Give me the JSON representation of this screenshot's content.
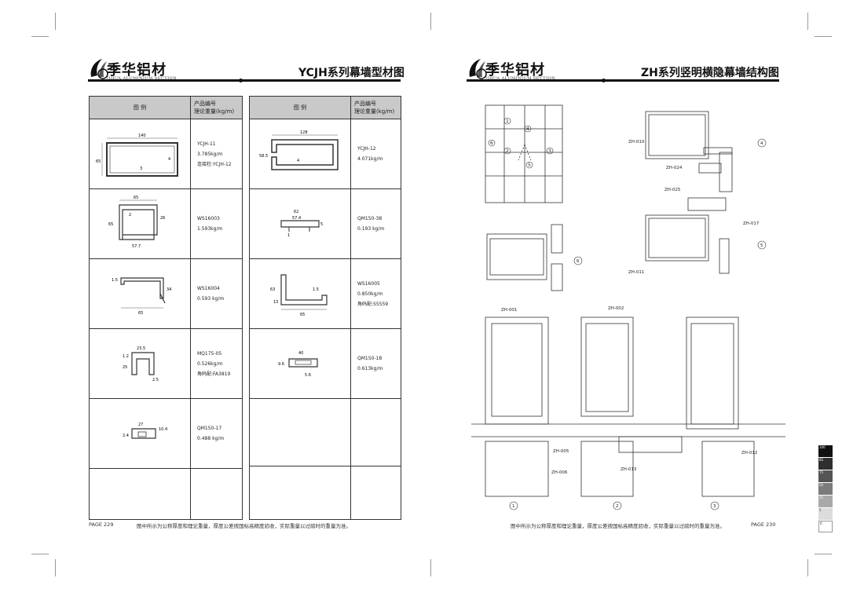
{
  "brand": {
    "name": "季华铝材",
    "subtitle": "JIHUA ALUMINIUM SECTION"
  },
  "left_page": {
    "title": "YCJH系列幕墙型材图",
    "header": {
      "legend": "图  例",
      "product": "产品编号",
      "weight": "理论重量(kg/m)"
    },
    "rows": [
      {
        "left": {
          "code": "YCJH-11",
          "weight": "3.785kg/m",
          "note": "连接柱:YCJH-12",
          "dims": [
            "140",
            "65",
            "4",
            "3"
          ]
        },
        "right": {
          "code": "YCJH-12",
          "weight": "4.071kg/m",
          "note": "",
          "dims": [
            "128",
            "58.5",
            "4"
          ]
        }
      },
      {
        "left": {
          "code": "WS16003",
          "weight": "1.593kg/m",
          "note": "",
          "dims": [
            "65",
            "65",
            "26",
            "57.7",
            "2"
          ]
        },
        "right": {
          "code": "QM150-38",
          "weight": "0.193 kg/m",
          "note": "",
          "dims": [
            "62",
            "57.4",
            "1",
            "5"
          ]
        }
      },
      {
        "left": {
          "code": "WS16004",
          "weight": "0.593 kg/m",
          "note": "",
          "dims": [
            "1.5",
            "34",
            "65"
          ]
        },
        "right": {
          "code": "WS16005",
          "weight": "0.850kg/m",
          "note": "角码配:S5559",
          "dims": [
            "63",
            "1.5",
            "13",
            "65"
          ]
        }
      },
      {
        "left": {
          "code": "MQ175-05",
          "weight": "0.526kg/m",
          "note": "角码配:FA3819",
          "dims": [
            "23.5",
            "1.2",
            "25",
            "2.5"
          ]
        },
        "right": {
          "code": "QM150-18",
          "weight": "0.613kg/m",
          "note": "",
          "dims": [
            "40",
            "9.6",
            "5.6"
          ]
        }
      },
      {
        "left": {
          "code": "QM150-17",
          "weight": "0.488 kg/m",
          "note": "",
          "dims": [
            "27",
            "2.4",
            "10.4"
          ]
        },
        "right": {
          "code": "",
          "weight": "",
          "note": "",
          "dims": []
        }
      },
      {
        "left": {
          "code": "",
          "weight": "",
          "note": "",
          "dims": []
        },
        "right": {
          "code": "",
          "weight": "",
          "note": "",
          "dims": []
        }
      }
    ],
    "page_number": "PAGE 229",
    "footnote": "图中所示为公称厚度和理论重量，厚度公差按国标高精度验收，实际重量以过磅时的重量为准。"
  },
  "right_page": {
    "title": "ZH系列竖明横隐幕墙结构图",
    "grid_markers": [
      "1",
      "2",
      "3",
      "4",
      "5",
      "6"
    ],
    "labels": {
      "zh010": "ZH-010",
      "zh024": "ZH-024",
      "zh025": "ZH-025",
      "zh017": "ZH-017",
      "zh011": "ZH-011",
      "zh001": "ZH-001",
      "zh002": "ZH-002",
      "zh005": "ZH-005",
      "zh006": "ZH-006",
      "zh013": "ZH-013",
      "zh012": "ZH-012"
    },
    "section_markers": {
      "m4": "4",
      "m5": "5",
      "m6": "6",
      "b1": "1",
      "b2": "2",
      "b3": "3"
    },
    "page_number": "PAGE 230",
    "footnote": "图中所示为公称厚度和理论重量，厚度公差按国标高精度验收，实际重量以过磅时的重量为准。"
  },
  "color_bar": [
    "100",
    "85",
    "75",
    "50",
    "25",
    "5",
    "0"
  ]
}
